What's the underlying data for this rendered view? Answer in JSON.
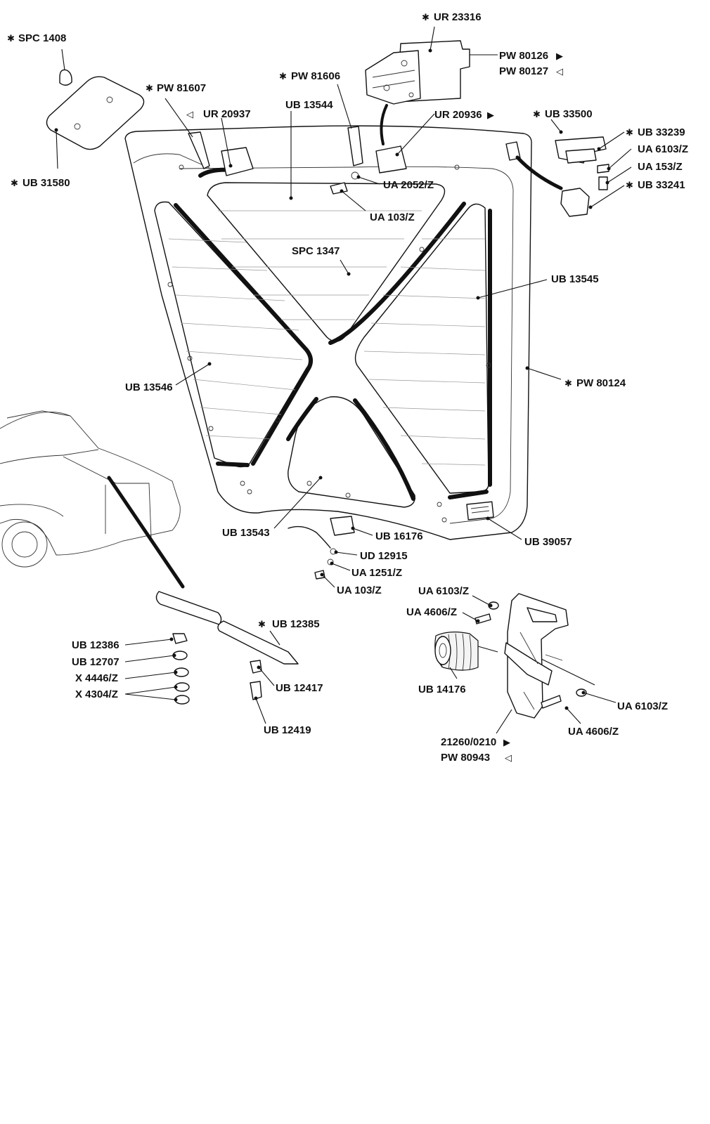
{
  "diagram": {
    "markers": {
      "new_part": "✱",
      "rh_drive": "▶",
      "lh_drive": "◁"
    },
    "labels": {
      "spc_1408": "SPC 1408",
      "ub_31580": "UB 31580",
      "pw_81607": "PW 81607",
      "ur_20937": "UR 20937",
      "pw_81606": "PW 81606",
      "ub_13544": "UB 13544",
      "ur_23316": "UR 23316",
      "pw_80126": "PW 80126",
      "pw_80127": "PW 80127",
      "ur_20936": "UR 20936",
      "ub_33500": "UB 33500",
      "ub_33239": "UB 33239",
      "ua_6103z_top": "UA 6103/Z",
      "ua_153z": "UA 153/Z",
      "ub_33241": "UB 33241",
      "ua_2052z": "UA 2052/Z",
      "ua_103z_top": "UA 103/Z",
      "spc_1347": "SPC 1347",
      "ub_13545": "UB 13545",
      "pw_80124": "PW 80124",
      "ub_13546": "UB 13546",
      "ub_13543": "UB 13543",
      "ub_16176": "UB 16176",
      "ub_39057": "UB 39057",
      "ud_12915": "UD 12915",
      "ua_1251z": "UA 1251/Z",
      "ua_103z_bottom": "UA 103/Z",
      "ub_12385": "UB 12385",
      "ub_12386": "UB 12386",
      "ub_12707": "UB 12707",
      "x_4446z": "X 4446/Z",
      "x_4304z": "X 4304/Z",
      "ub_12417": "UB 12417",
      "ub_12419": "UB 12419",
      "ua_6103z_hinge_top": "UA 6103/Z",
      "ua_4606z_hinge_top": "UA 4606/Z",
      "ub_14176": "UB 14176",
      "ua_6103z_hinge_bottom": "UA 6103/Z",
      "ua_4606z_hinge_bottom": "UA 4606/Z",
      "hinge_21260_0210": "21260/0210",
      "pw_80943": "PW 80943"
    }
  }
}
